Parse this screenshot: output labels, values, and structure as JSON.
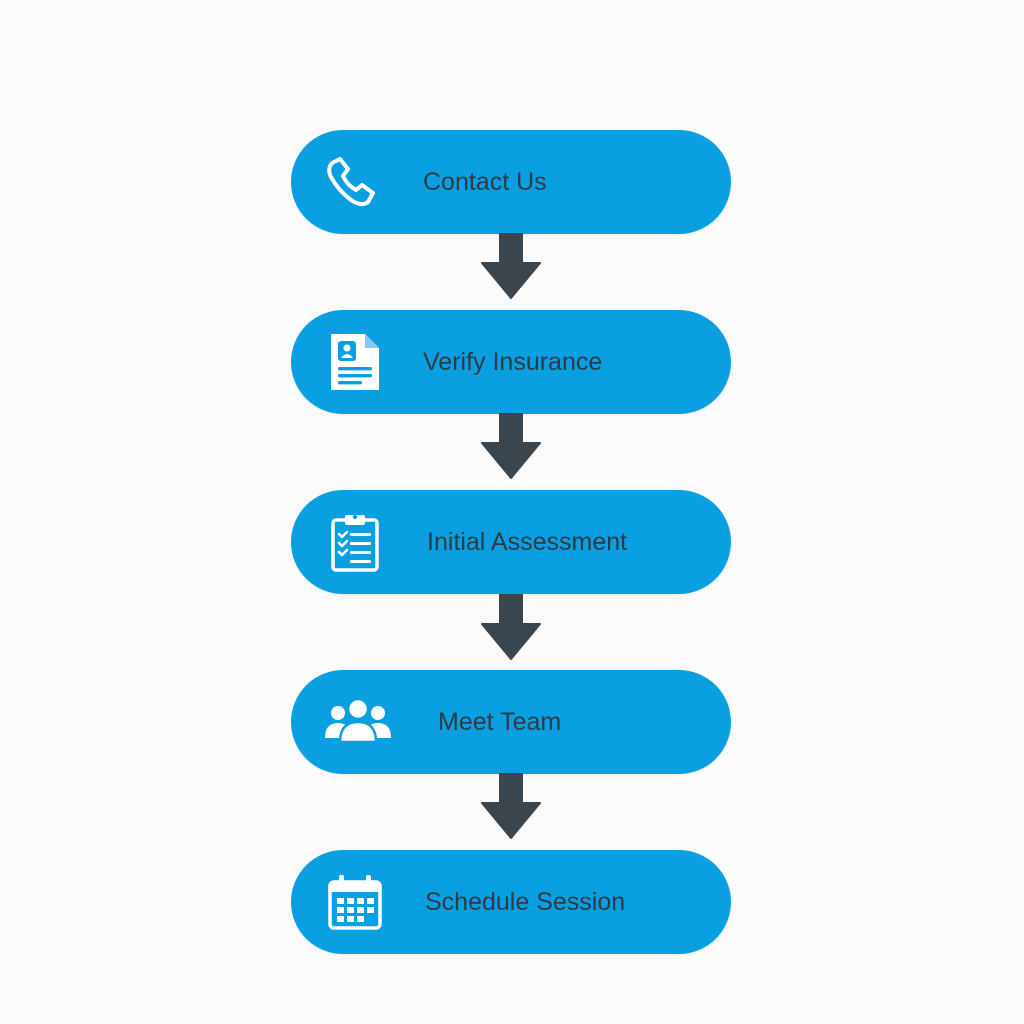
{
  "flow": {
    "steps": [
      {
        "label": "Contact Us",
        "icon": "phone-icon"
      },
      {
        "label": "Verify Insurance",
        "icon": "insurance-document-icon"
      },
      {
        "label": "Initial Assessment",
        "icon": "clipboard-checklist-icon"
      },
      {
        "label": "Meet Team",
        "icon": "team-icon"
      },
      {
        "label": "Schedule Session",
        "icon": "calendar-icon"
      }
    ],
    "colors": {
      "step_fill": "#0a9fe0",
      "label_text": "#2d3b48",
      "arrow": "#3a454e",
      "icon": "#ffffff",
      "background": "#fbfbfb"
    }
  }
}
